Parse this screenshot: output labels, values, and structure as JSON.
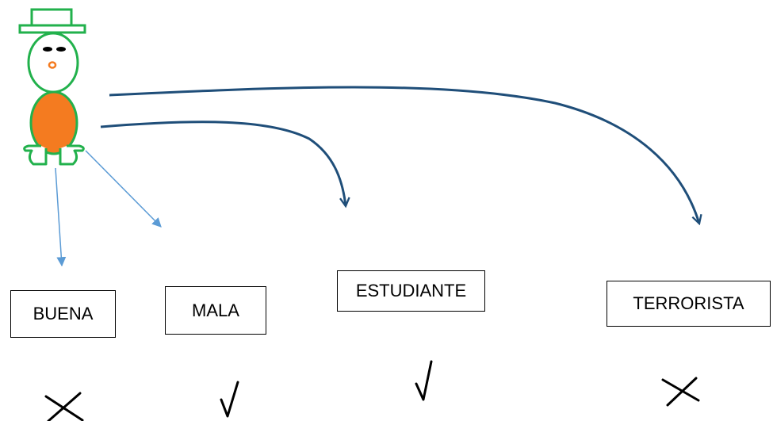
{
  "character": {
    "hat_color": "#22b14c",
    "body_color": "#f47b20",
    "outline_color": "#22b14c",
    "eye_color": "#000000"
  },
  "arrow_colors": {
    "light": "#5b9bd5",
    "dark": "#1f4e79"
  },
  "boxes": [
    {
      "id": "buena",
      "label": "BUENA",
      "mark": "cross"
    },
    {
      "id": "mala",
      "label": "MALA",
      "mark": "check"
    },
    {
      "id": "estudiante",
      "label": "ESTUDIANTE",
      "mark": "check"
    },
    {
      "id": "terrorista",
      "label": "TERRORISTA",
      "mark": "cross"
    }
  ]
}
